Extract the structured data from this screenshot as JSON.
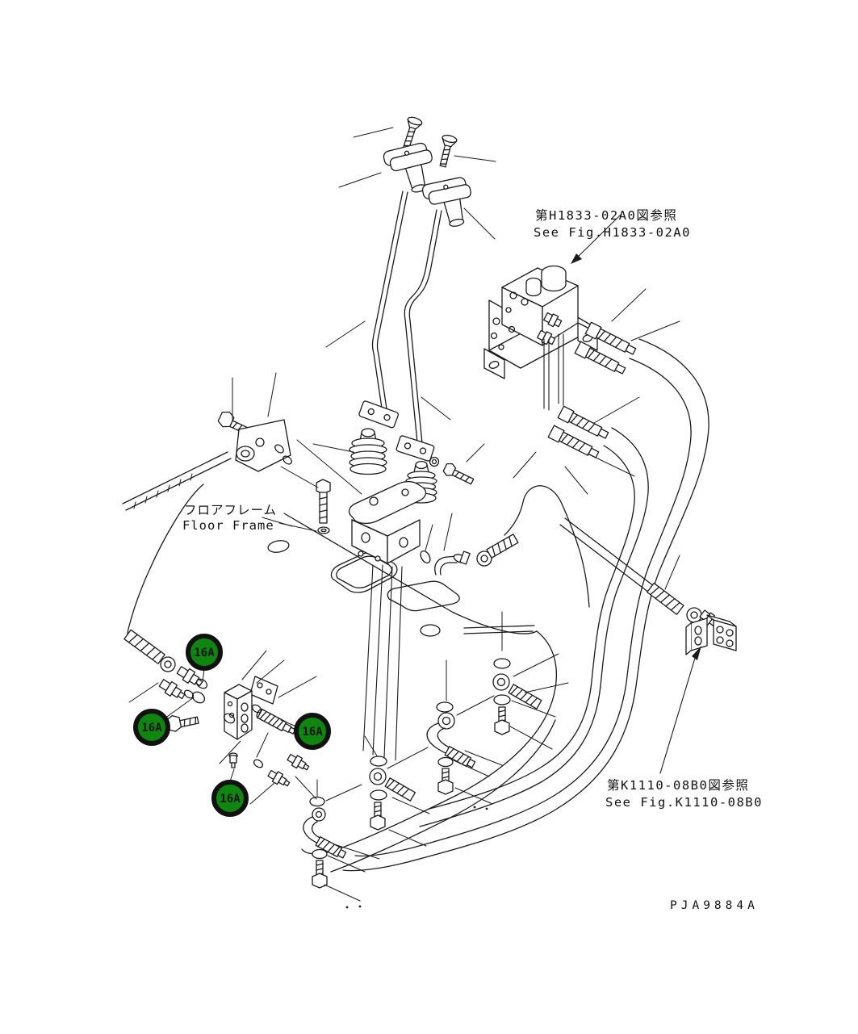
{
  "references": {
    "top": {
      "jp": "第H1833-02A0図参照",
      "en": "See Fig.H1833-02A0"
    },
    "bottom": {
      "jp": "第K1110-08B0図参照",
      "en": "See Fig.K1110-08B0"
    }
  },
  "labels": {
    "floor_frame_jp": "フロアフレーム",
    "floor_frame_en": "Floor Frame",
    "drawing_number": "PJA9884A"
  },
  "callouts": {
    "fill": "#0d870d",
    "ring": "#111111",
    "text_color": "#ffffff",
    "items": [
      {
        "label": "16A"
      },
      {
        "label": "16A"
      },
      {
        "label": "16A"
      },
      {
        "label": "16A"
      }
    ]
  },
  "colors": {
    "line": "#1a1a1a",
    "background": "#ffffff"
  }
}
